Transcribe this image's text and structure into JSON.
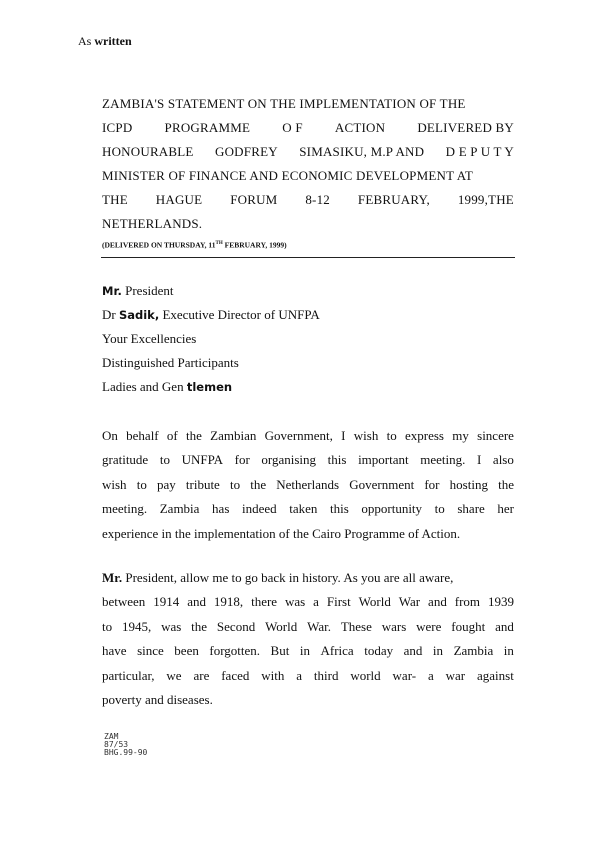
{
  "header": {
    "prefix": "As ",
    "emphasis": "written"
  },
  "title": {
    "lines": [
      [
        "ZAMBIA'S STATEMENT ON THE IMPLEMENTATION OF THE"
      ],
      [
        "ICPD",
        "PROGRAMME",
        "O F",
        "ACTION",
        "DELIVERED BY"
      ],
      [
        "HONOURABLE",
        "GODFREY",
        "SIMASIKU, M.P AND",
        "D E P U T Y"
      ],
      [
        "MINISTER OF FINANCE AND ECONOMIC DEVELOPMENT AT"
      ],
      [
        "THE",
        "HAGUE",
        "FORUM",
        "8-12",
        "FEBRUARY,",
        "1999,THE"
      ],
      [
        "NETHERLANDS."
      ]
    ],
    "delivered_prefix": "(DELIVERED ON THURSDAY, 11",
    "delivered_sup": "TH",
    "delivered_suffix": " FEBRUARY, 1999)"
  },
  "salutations": {
    "mr": "Mr.",
    "president": " President",
    "dr_prefix": "Dr ",
    "dr_name": "Sadik,",
    "dr_suffix": " Executive Director of UNFPA",
    "excellencies": "Your Excellencies",
    "participants": "Distinguished Participants",
    "ladies_prefix": "Ladies and Gen ",
    "ladies_suffix": "tlemen"
  },
  "paragraph1": {
    "lines": [
      "On behalf of the Zambian Government, I wish to express my sincere",
      "gratitude to UNFPA for organising this important meeting. I also",
      "wish to pay tribute to the Netherlands Government for hosting the",
      "meeting. Zambia has indeed taken this opportunity to share her",
      "experience in the implementation of the Cairo Programme of Action."
    ]
  },
  "paragraph2": {
    "mr": "Mr.",
    "lines": [
      " President, allow me to go back in history. As you are all aware,",
      "between 1914 and 1918, there was a First World War and from 1939",
      "to 1945, was the Second World War. These wars were fought and",
      "have since been forgotten.  But in Africa today and in Zambia in",
      "particular, we are faced with a third world war- a war against",
      "poverty and diseases."
    ]
  },
  "stamp": {
    "line1": "ZAM",
    "line2": "87/53",
    "line3": "BHG.99-90"
  }
}
